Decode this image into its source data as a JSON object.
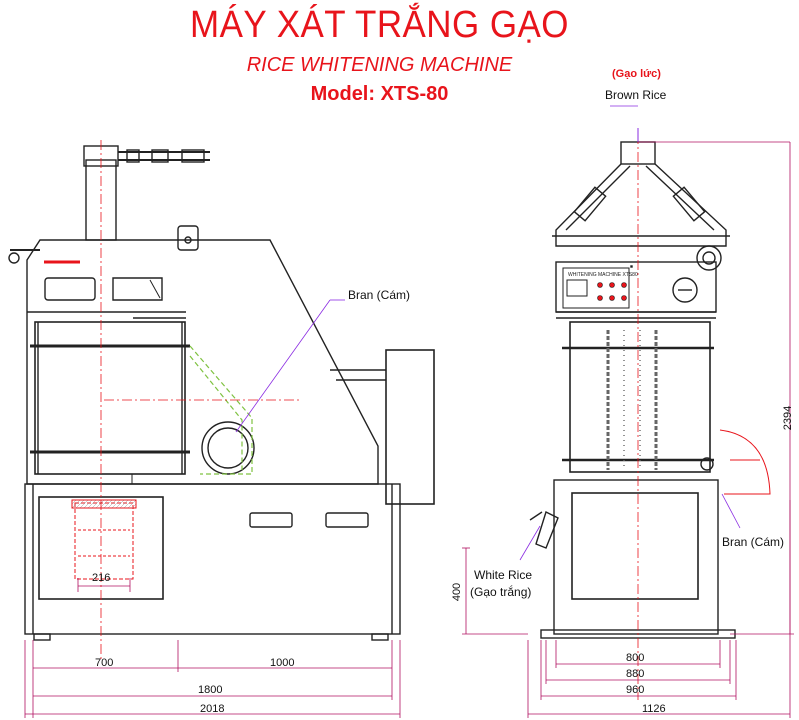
{
  "header": {
    "title_vi": "MÁY XÁT TRẮNG GẠO",
    "title_en": "RICE WHITENING MACHINE",
    "model": "Model: XTS-80"
  },
  "labels": {
    "gao_luc": "(Gạo lức)",
    "brown_rice": "Brown Rice",
    "bran_cam_left": "Bran (Cám)",
    "bran_cam_right": "Bran (Cám)",
    "white_rice": "White Rice",
    "gao_trang": "(Gạo trắng)",
    "panel_text": "WHITENING MACHINE XTS80"
  },
  "dimensions": {
    "d216": "216",
    "d700": "700",
    "d1000": "1000",
    "d1800": "1800",
    "d2018": "2018",
    "d400": "400",
    "d800": "800",
    "d880": "880",
    "d960": "960",
    "d1126": "1126",
    "d2394": "2394"
  },
  "colors": {
    "title": "#e8141b",
    "line": "#222222",
    "dim": "#b01060",
    "center": "#e8141b",
    "hidden": "#7fc241"
  }
}
